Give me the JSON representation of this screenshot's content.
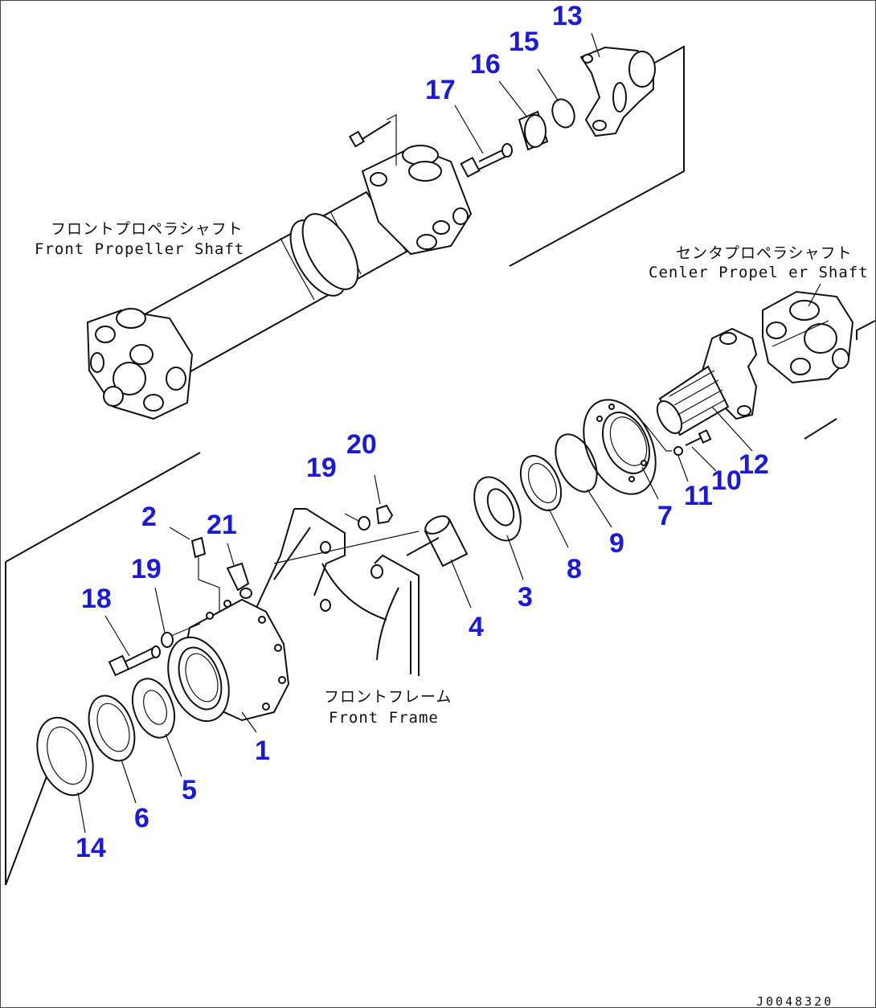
{
  "diagram": {
    "callouts": {
      "c1": "1",
      "c2": "2",
      "c3": "3",
      "c4": "4",
      "c5": "5",
      "c6": "6",
      "c7": "7",
      "c8": "8",
      "c9": "9",
      "c10": "10",
      "c11": "11",
      "c12": "12",
      "c13": "13",
      "c14": "14",
      "c15": "15",
      "c16": "16",
      "c17": "17",
      "c18": "18",
      "c19a": "19",
      "c19b": "19",
      "c20": "20",
      "c21": "21"
    },
    "labels": {
      "front_shaft_jp": "フロントプロペラシャフト",
      "front_shaft_en": "Front Propeller Shaft",
      "center_shaft_jp": "センタプロペラシャフト",
      "center_shaft_en": "Cenler Propel er Shaft",
      "front_frame_jp": "フロントフレーム",
      "front_frame_en": "Front Frame"
    },
    "drawing_id": "J0048320",
    "colors": {
      "callout": "#1a1ad8",
      "line": "#111111"
    }
  }
}
